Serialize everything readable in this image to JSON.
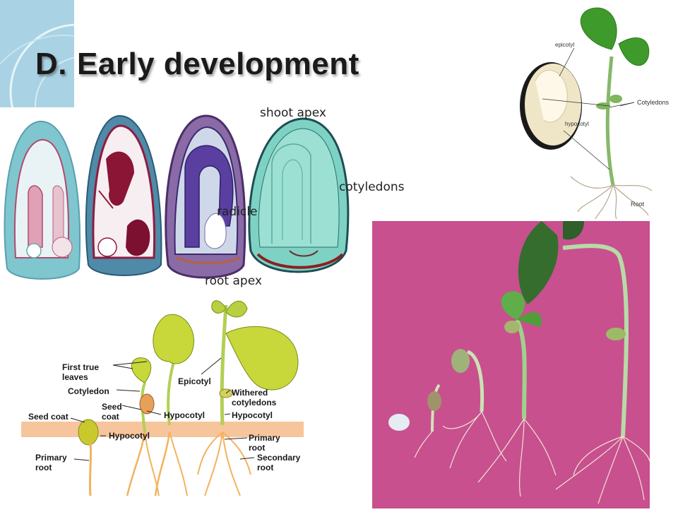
{
  "slide": {
    "title_letter": "D.",
    "title_text": "Early development",
    "colors": {
      "accent": "#9ec9dc",
      "photo_bg": "#c8508f",
      "soil": "#f2a86a",
      "leaf": "#c9d63a"
    }
  },
  "embryo_panel": {
    "labels": {
      "shoot_apex": "shoot apex",
      "cotyledons": "cotyledons",
      "radicle": "radicle",
      "root_apex": "root apex"
    }
  },
  "seedling_photo": {
    "labels": {
      "epicotyl": "epicotyl",
      "cotyledons": "Cotyledons",
      "hypocotyl": "hypocotyl",
      "root": "Root"
    }
  },
  "germination_diagram": {
    "labels": {
      "first_true_leaves_1": "First true",
      "first_true_leaves_2": "leaves",
      "cotyledon": "Cotyledon",
      "seed_coat_1": "Seed",
      "seed_coat_2": "coat",
      "seed_coat_left": "Seed coat",
      "hypocotyl_left": "Hypocotyl",
      "primary_root_left_1": "Primary",
      "primary_root_left_2": "root",
      "hypocotyl_mid": "Hypocotyl",
      "epicotyl": "Epicotyl",
      "withered_1": "Withered",
      "withered_2": "cotyledons",
      "hypocotyl_right": "Hypocotyl",
      "primary_root_right_1": "Primary",
      "primary_root_right_2": "root",
      "secondary_root_1": "Secondary",
      "secondary_root_2": "root"
    }
  }
}
